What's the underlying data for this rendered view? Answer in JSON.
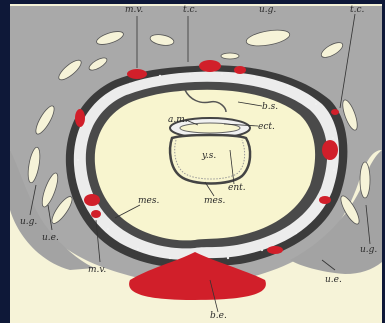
{
  "figure": {
    "labels": {
      "my": "m.v.",
      "tc_left": "t.c.",
      "ug_top": "u.g.",
      "tc_right": "t.c.",
      "bs": "b.s.",
      "am": "a.m.",
      "ect": "ect.",
      "ys": "y.s.",
      "ent": "ent.",
      "mes_center": "mes.",
      "mes_left": "mes.",
      "ug_left": "u.g.",
      "ue_left": "u.e.",
      "mv_left": "m.v.",
      "ue_right": "u.e.",
      "ug_right": "u.g.",
      "be": "b.e."
    }
  },
  "colors": {
    "background": "#0e1838",
    "paper": "#f6f3d8",
    "tissue": "#a9a9a9",
    "tissue_dark": "#8f8f8f",
    "chorion_cells": "#3b3b3b",
    "cavity": "#f8f5cf",
    "blood": "#d11f2a"
  }
}
